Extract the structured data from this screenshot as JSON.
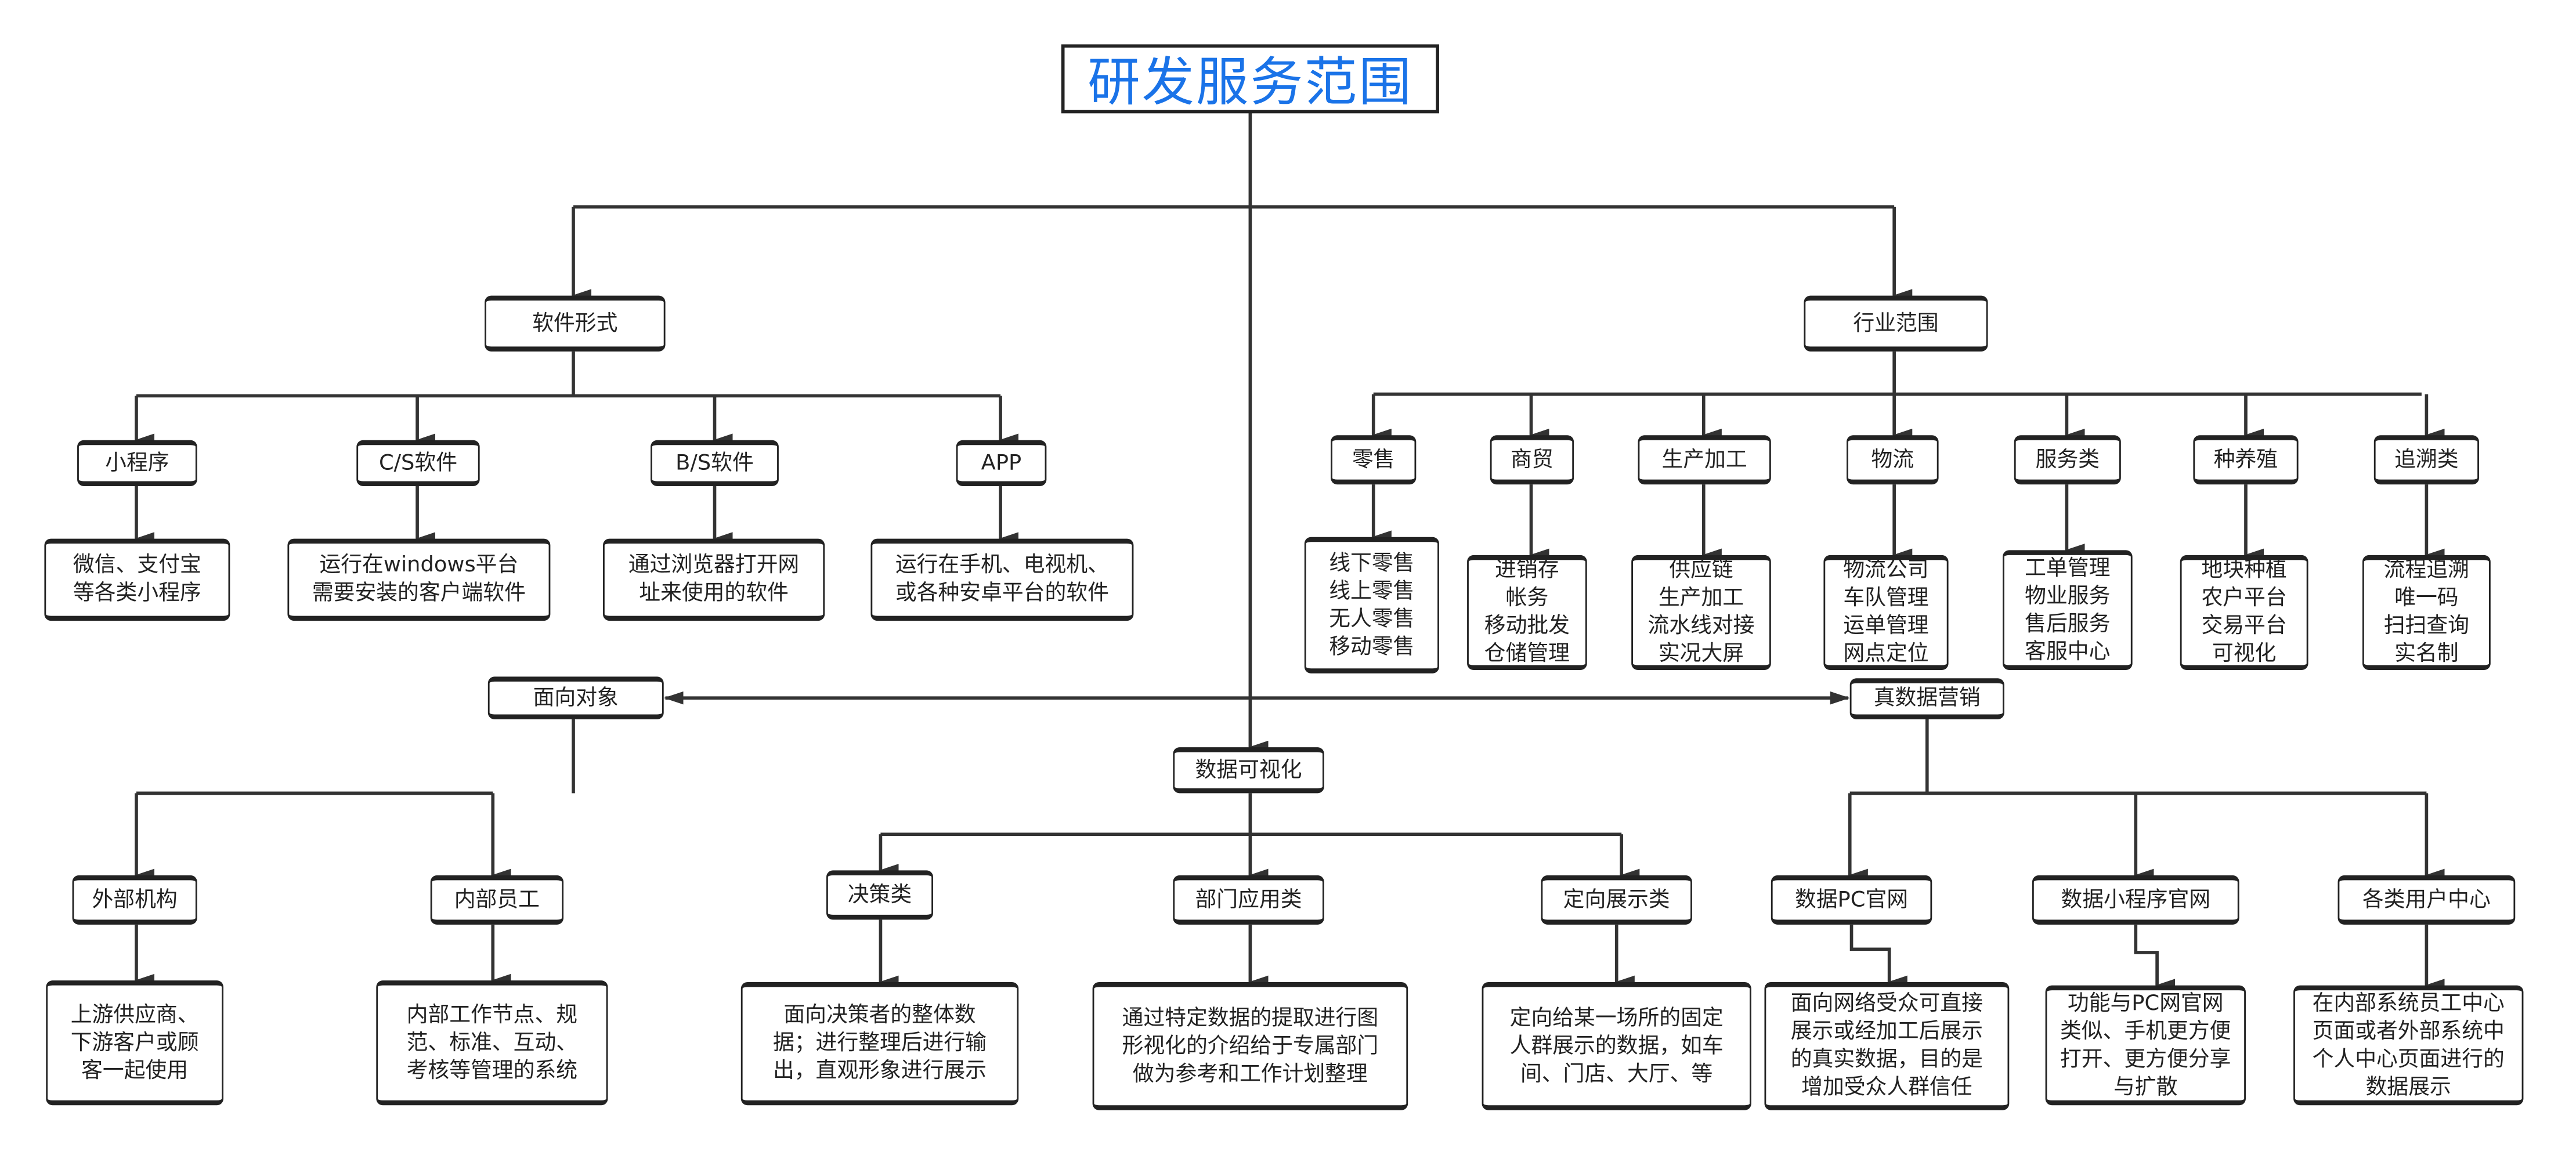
{
  "title": "研发服务范围",
  "software": {
    "label": "软件形式",
    "items": [
      {
        "label": "小程序",
        "desc": "微信、支付宝\n等各类小程序"
      },
      {
        "label": "C/S软件",
        "desc": "运行在windows平台\n需要安装的客户端软件"
      },
      {
        "label": "B/S软件",
        "desc": "通过浏览器打开网\n址来使用的软件"
      },
      {
        "label": "APP",
        "desc": "运行在手机、电视机、\n或各种安卓平台的软件"
      }
    ]
  },
  "industry": {
    "label": "行业范围",
    "items": [
      {
        "label": "零售",
        "desc": "线下零售\n线上零售\n无人零售\n移动零售"
      },
      {
        "label": "商贸",
        "desc": "进销存\n帐务\n移动批发\n仓储管理"
      },
      {
        "label": "生产加工",
        "desc": "供应链\n生产加工\n流水线对接\n实况大屏"
      },
      {
        "label": "物流",
        "desc": "物流公司\n车队管理\n运单管理\n网点定位"
      },
      {
        "label": "服务类",
        "desc": "工单管理\n物业服务\n售后服务\n客服中心"
      },
      {
        "label": "种养殖",
        "desc": "地块种植\n农户平台\n交易平台\n可视化"
      },
      {
        "label": "追溯类",
        "desc": "流程追溯\n唯一码\n扫扫查询\n实名制"
      }
    ]
  },
  "audience": {
    "label": "面向对象",
    "items": [
      {
        "label": "外部机构",
        "desc": "上游供应商、\n下游客户或顾\n客一起使用"
      },
      {
        "label": "内部员工",
        "desc": "内部工作节点、规\n范、标准、互动、\n考核等管理的系统"
      }
    ]
  },
  "visualization": {
    "label": "数据可视化",
    "items": [
      {
        "label": "决策类",
        "desc": "面向决策者的整体数\n据；进行整理后进行输\n出，直观形象进行展示"
      },
      {
        "label": "部门应用类",
        "desc": "通过特定数据的提取进行图\n形视化的介绍给于专属部门\n做为参考和工作计划整理"
      },
      {
        "label": "定向展示类",
        "desc": "定向给某一场所的固定\n人群展示的数据，如车\n间、门店、大厅、等"
      }
    ]
  },
  "marketing": {
    "label": "真数据营销",
    "items": [
      {
        "label": "数据PC官网",
        "desc": "面向网络受众可直接\n展示或经加工后展示\n的真实数据，目的是\n增加受众人群信任"
      },
      {
        "label": "数据小程序官网",
        "desc": "功能与PC网官网\n类似、手机更方便\n打开、更方便分享\n与扩散"
      },
      {
        "label": "各类用户中心",
        "desc": "在内部系统员工中心\n页面或者外部系统中\n个人中心页面进行的\n数据展示"
      }
    ]
  },
  "colors": {
    "title": "#1a73e8",
    "line": "#333333"
  }
}
